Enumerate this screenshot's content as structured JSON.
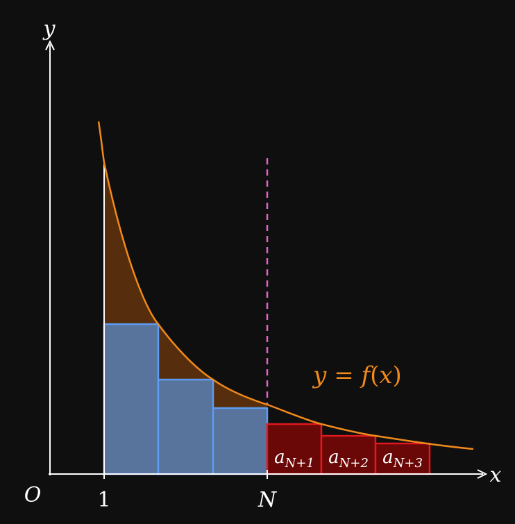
{
  "axes": {
    "y_label": "y",
    "x_label": "x",
    "origin_label": "O",
    "tick_one": "1",
    "tick_n": "N"
  },
  "curve": {
    "label_lhs": "y",
    "label_eq": " = ",
    "label_f": "f",
    "label_paren_open": "(",
    "label_x": "x",
    "label_paren_close": ")"
  },
  "tail_terms": [
    {
      "base": "a",
      "subscript": "N+1"
    },
    {
      "base": "a",
      "subscript": "N+2"
    },
    {
      "base": "a",
      "subscript": "N+3"
    }
  ],
  "colors": {
    "background": "#0f0f0f",
    "axis": "#ffffff",
    "curve": "#f08a1c",
    "area_fill": "#562e0e",
    "blue_rect_fill": "#58739c",
    "blue_rect_stroke": "#5d9cf2",
    "red_rect_fill": "#6a0707",
    "red_rect_stroke": "#e0191f",
    "dashed_line": "#e063c8",
    "text": "#ffffff"
  }
}
